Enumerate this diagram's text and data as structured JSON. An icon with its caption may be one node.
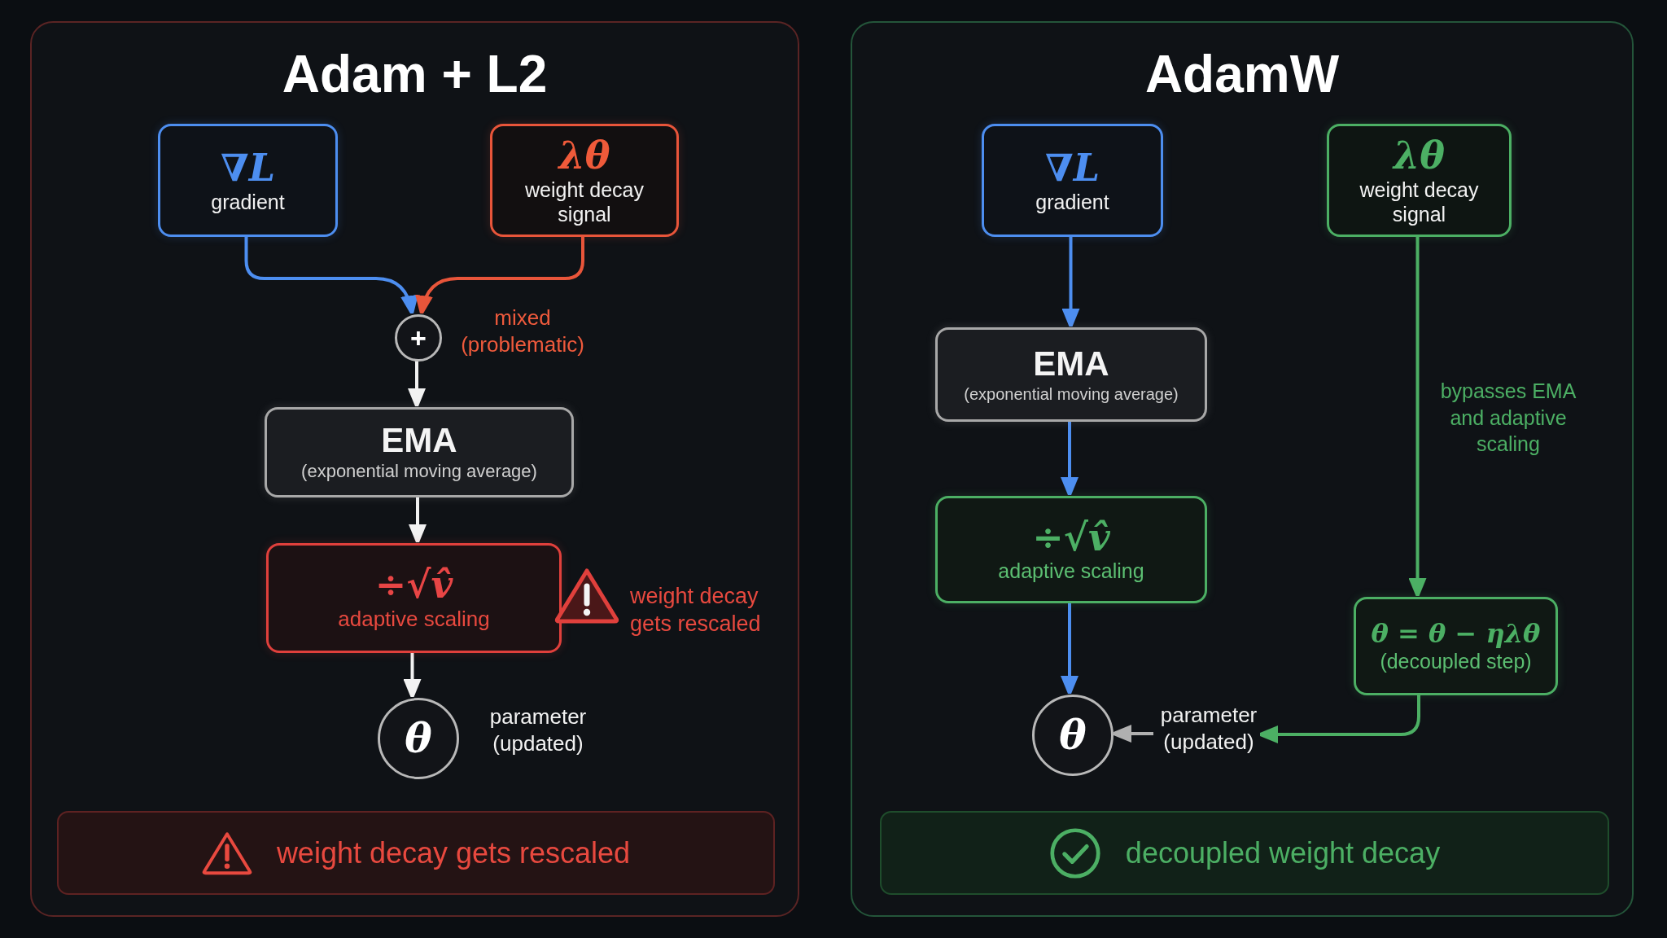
{
  "diagram": {
    "nodes": [
      {
        "text": [
          "Adam + L2"
        ]
      },
      {
        "text": [
          "∇*L*",
          "gradient"
        ],
        "in": 0
      },
      {
        "text": [
          "λθ",
          "weight decay signal"
        ],
        "in": 0
      },
      {
        "text": [
          "+"
        ],
        "in": 0,
        "beside": [
          "mixed (problematic)"
        ]
      },
      {
        "text": [
          "EMA",
          "(exponential moving average)"
        ],
        "in": 0
      },
      {
        "text": [
          "÷√v̂",
          "adaptive scaling"
        ],
        "in": 0,
        "beside": [
          "weight decay gets rescaled"
        ]
      },
      {
        "text": [
          "θ"
        ],
        "in": 0,
        "beside": [
          "parameter (updated)"
        ]
      },
      {
        "text": [
          "weight decay gets rescaled"
        ],
        "in": 0
      },
      {
        "text": [
          "AdamW"
        ]
      },
      {
        "text": [
          "∇*L*",
          "gradient"
        ],
        "in": 8
      },
      {
        "text": [
          "λθ",
          "weight decay signal"
        ],
        "in": 8
      },
      {
        "text": [
          "EMA",
          "(exponential moving average)"
        ],
        "in": 8
      },
      {
        "text": [
          "÷√v̂",
          "adaptive scaling"
        ],
        "in": 8
      },
      {
        "text": [
          "θ = θ − ηλθ",
          "(decoupled step)"
        ],
        "in": 8
      },
      {
        "text": [
          "θ"
        ],
        "in": 8
      },
      {
        "text": [
          "parameter (updated)"
        ],
        "in": 8
      },
      {
        "text": [
          "decoupled weight decay"
        ],
        "in": 8
      }
    ],
    "edges": [
      {
        "from": 1,
        "to": 3,
        "arrow": "to",
        "color": "#4d8ef0"
      },
      {
        "from": 2,
        "to": 3,
        "arrow": "to",
        "color": "#e8553a"
      },
      {
        "from": 3,
        "to": 4,
        "arrow": "to",
        "color": "#f2f2f2"
      },
      {
        "from": 4,
        "to": 5,
        "arrow": "to",
        "color": "#f2f2f2"
      },
      {
        "from": 5,
        "to": 6,
        "arrow": "to",
        "color": "#f2f2f2"
      },
      {
        "from": 9,
        "to": 11,
        "arrow": "to",
        "color": "#4d8ef0"
      },
      {
        "from": 11,
        "to": 12,
        "arrow": "to",
        "color": "#4d8ef0"
      },
      {
        "from": 12,
        "to": 14,
        "arrow": "to",
        "color": "#4d8ef0"
      },
      {
        "from": 10,
        "to": 13,
        "arrow": "to",
        "label": "bypasses EMA and adaptive scaling",
        "color": "#4caf64"
      },
      {
        "from": 13,
        "to": 15,
        "arrow": "to",
        "color": "#4caf64"
      },
      {
        "from": 15,
        "to": 14,
        "arrow": "to",
        "color": "#b0b0b0"
      }
    ]
  }
}
